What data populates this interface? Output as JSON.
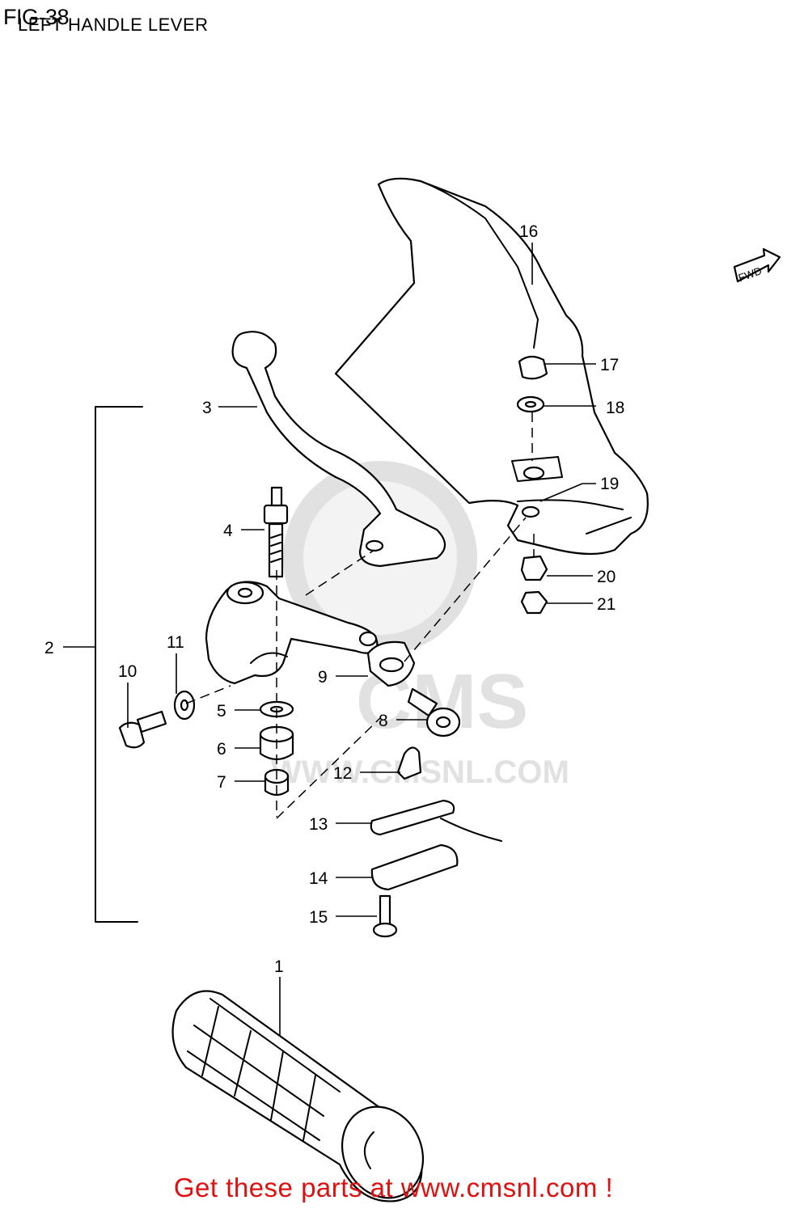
{
  "figure": {
    "number_label": "FIG-38",
    "title": "LEFT HANDLE LEVER"
  },
  "watermark": {
    "url_text": "WWW.CMSNL.COM",
    "brand_text": "CMS"
  },
  "fwd_badge": "FWD",
  "callouts": [
    {
      "id": "1",
      "label": "1"
    },
    {
      "id": "2",
      "label": "2"
    },
    {
      "id": "3",
      "label": "3"
    },
    {
      "id": "4",
      "label": "4"
    },
    {
      "id": "5",
      "label": "5"
    },
    {
      "id": "6",
      "label": "6"
    },
    {
      "id": "7",
      "label": "7"
    },
    {
      "id": "8",
      "label": "8"
    },
    {
      "id": "9",
      "label": "9"
    },
    {
      "id": "10",
      "label": "10"
    },
    {
      "id": "11",
      "label": "11"
    },
    {
      "id": "12",
      "label": "12"
    },
    {
      "id": "13",
      "label": "13"
    },
    {
      "id": "14",
      "label": "14"
    },
    {
      "id": "15",
      "label": "15"
    },
    {
      "id": "16",
      "label": "16"
    },
    {
      "id": "17",
      "label": "17"
    },
    {
      "id": "18",
      "label": "18"
    },
    {
      "id": "19",
      "label": "19"
    },
    {
      "id": "20",
      "label": "20"
    },
    {
      "id": "21",
      "label": "21"
    }
  ],
  "footer": {
    "text": "Get these parts at www.cmsnl.com !",
    "color": "#e01010"
  }
}
